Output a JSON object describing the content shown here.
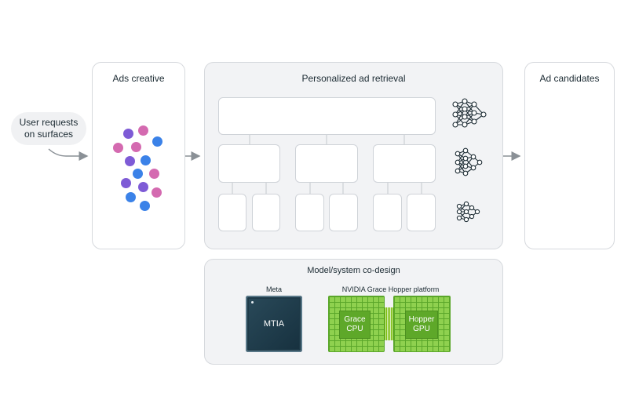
{
  "user_requests": {
    "label_line1": "User requests",
    "label_line2": "on surfaces"
  },
  "ads_creative": {
    "title": "Ads creative",
    "dot_colors": [
      "#7e5bd6",
      "#d46ab0",
      "#3b82e8"
    ]
  },
  "retrieval": {
    "title": "Personalized ad retrieval",
    "icons": [
      "neural-network-large-icon",
      "neural-network-medium-icon",
      "neural-network-small-icon"
    ]
  },
  "candidates": {
    "title": "Ad candidates"
  },
  "codesign": {
    "title": "Model/system co-design",
    "meta_label": "Meta",
    "mtia_label": "MTIA",
    "nvidia_label": "NVIDIA Grace Hopper platform",
    "grace_line1": "Grace",
    "grace_line2": "CPU",
    "hopper_line1": "Hopper",
    "hopper_line2": "GPU"
  },
  "colors": {
    "panel_border": "#d6d9dd",
    "panel_grey": "#f2f3f5",
    "arrow": "#8a9096",
    "nvidia_green": "#76b900"
  }
}
